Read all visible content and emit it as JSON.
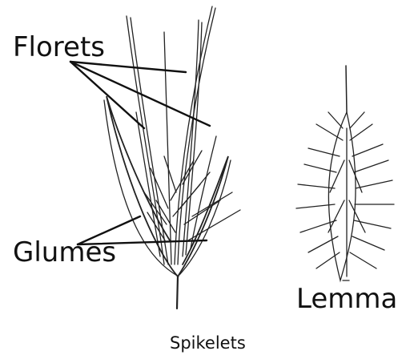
{
  "labels": {
    "florets": "Florets",
    "glumes": "Glumes",
    "lemma": "Lemma",
    "caption": "Spikelets"
  },
  "colors": {
    "ink": "#111111",
    "background": "#ffffff"
  }
}
